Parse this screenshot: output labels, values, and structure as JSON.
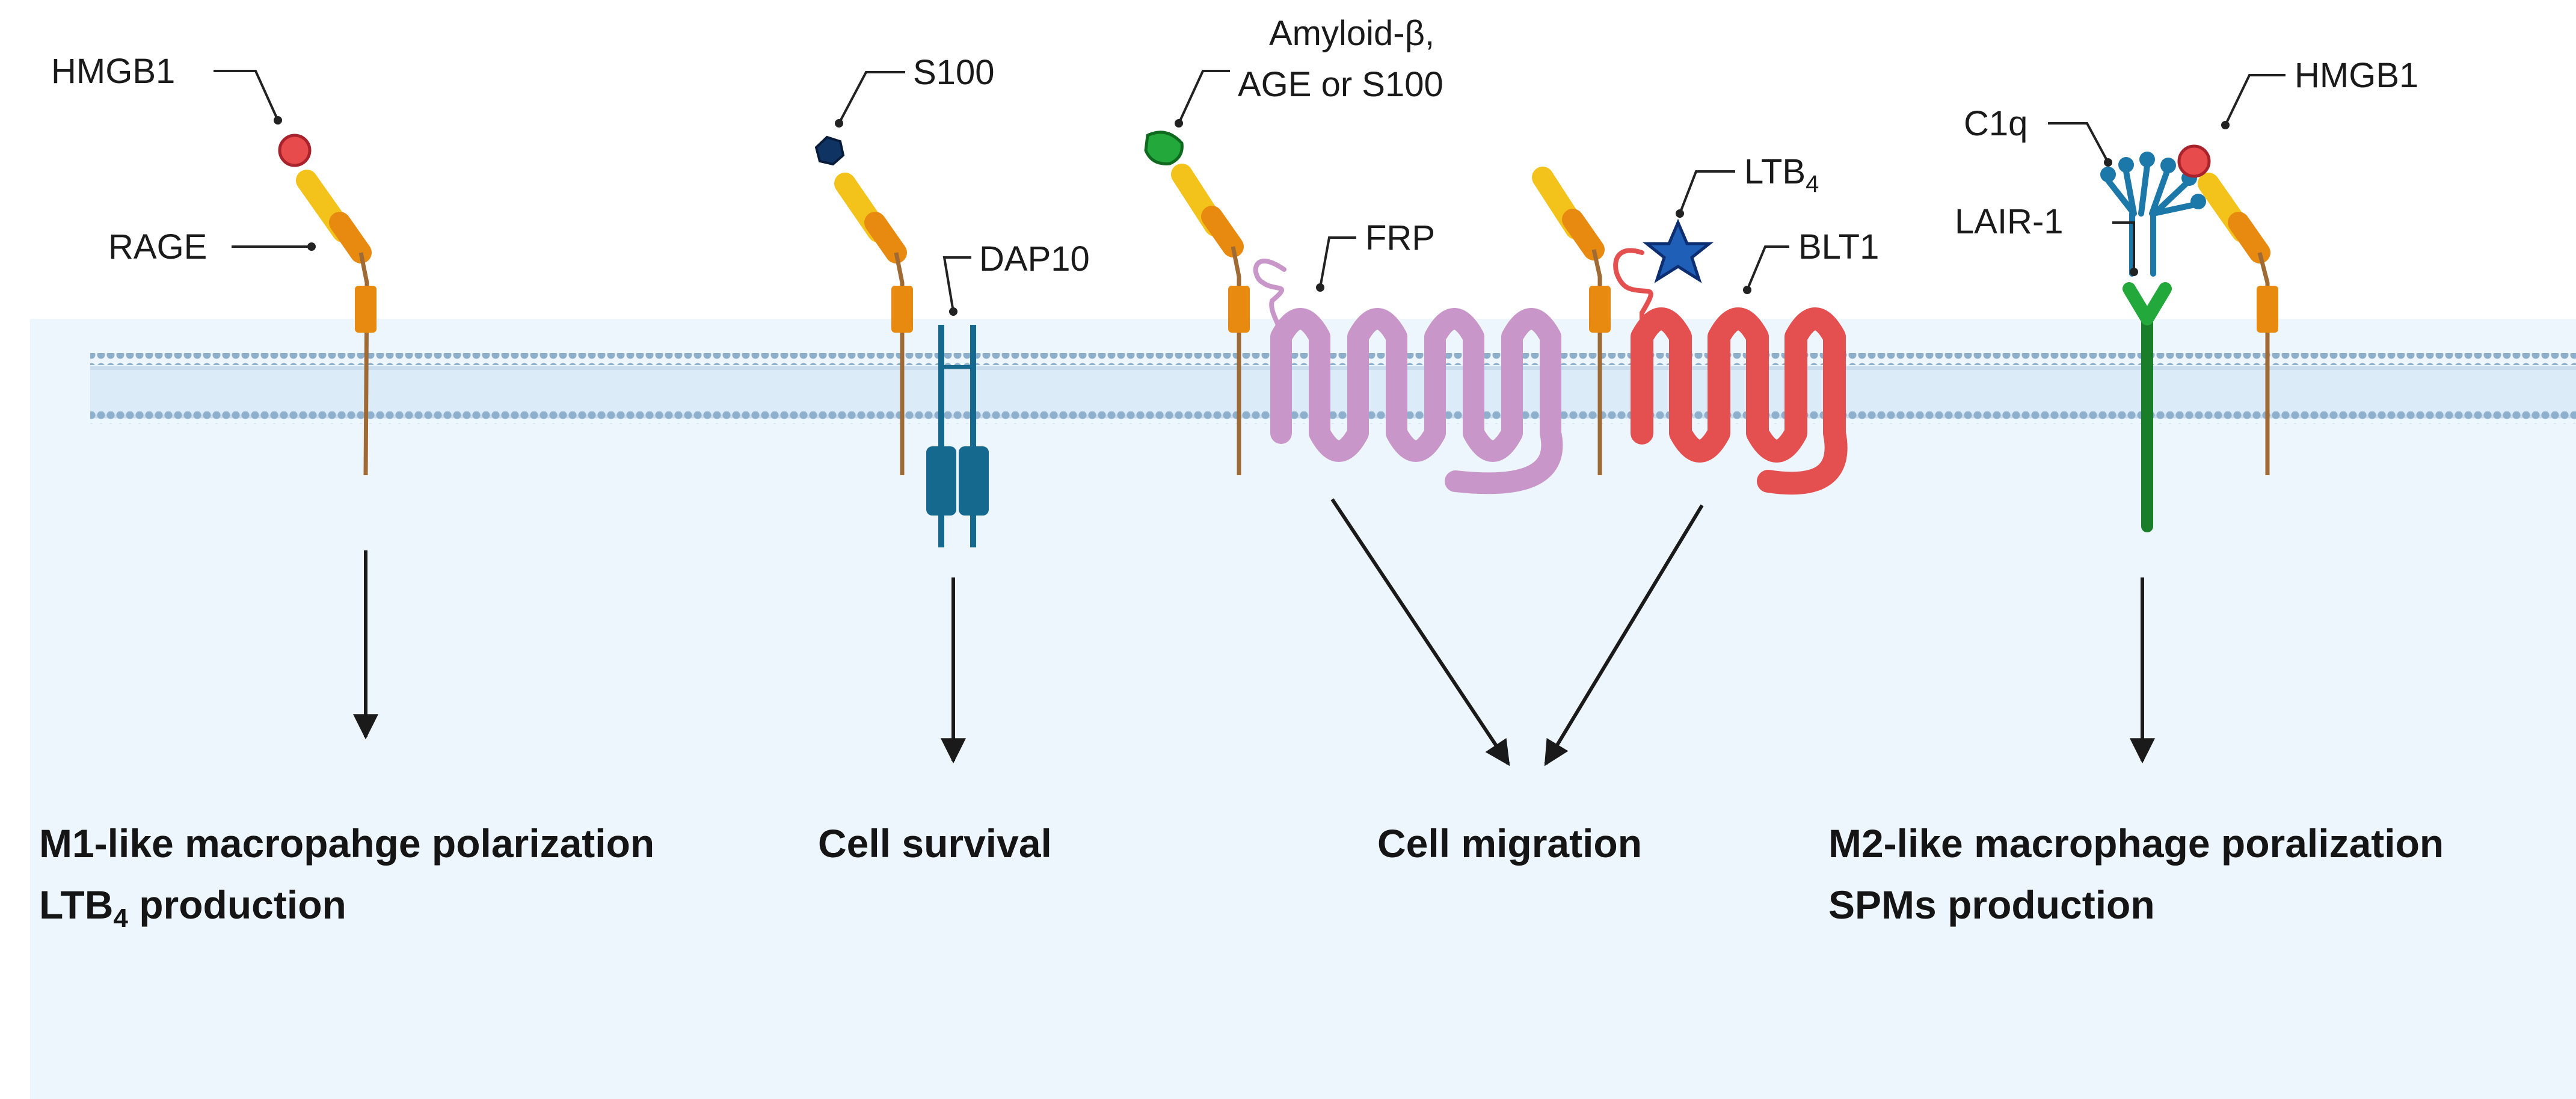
{
  "labels": {
    "hmgb1_left": "HMGB1",
    "rage": "RAGE",
    "s100": "S100",
    "dap10": "DAP10",
    "amyloid_line1": "Amyloid-β,",
    "amyloid_line2": "AGE or S100",
    "frp": "FRP",
    "ltb4_base": "LTB",
    "ltb4_sub": "4",
    "blt1": "BLT1",
    "c1q": "C1q",
    "hmgb1_right": "HMGB1",
    "lair1": "LAIR-1"
  },
  "outcomes": {
    "m1_line1": "M1-like macropahge polarization",
    "m1_line2_base": "LTB",
    "m1_line2_sub": "4",
    "m1_line2_rest": " production",
    "survival": "Cell survival",
    "migration": "Cell migration",
    "m2_line1": "M2-like macrophage poralization",
    "m2_line2": "SPMs production"
  },
  "colors": {
    "cytoplasm": "#eef6fd",
    "membrane_head": "#8fb0cc",
    "rage_yellow": "#f3c31c",
    "rage_orange": "#e88a10",
    "rage_stem": "#a06a35",
    "hmgb1_red": "#e84b4b",
    "s100_navy": "#0f3363",
    "amyloid_green": "#23a83c",
    "dap10_teal": "#15688e",
    "frp_purple": "#c896c8",
    "blt1_red": "#e45050",
    "ltb4_blue": "#1f5fb8",
    "c1q_blue": "#1b78a8",
    "lair1_green": "#1a7d2a"
  }
}
